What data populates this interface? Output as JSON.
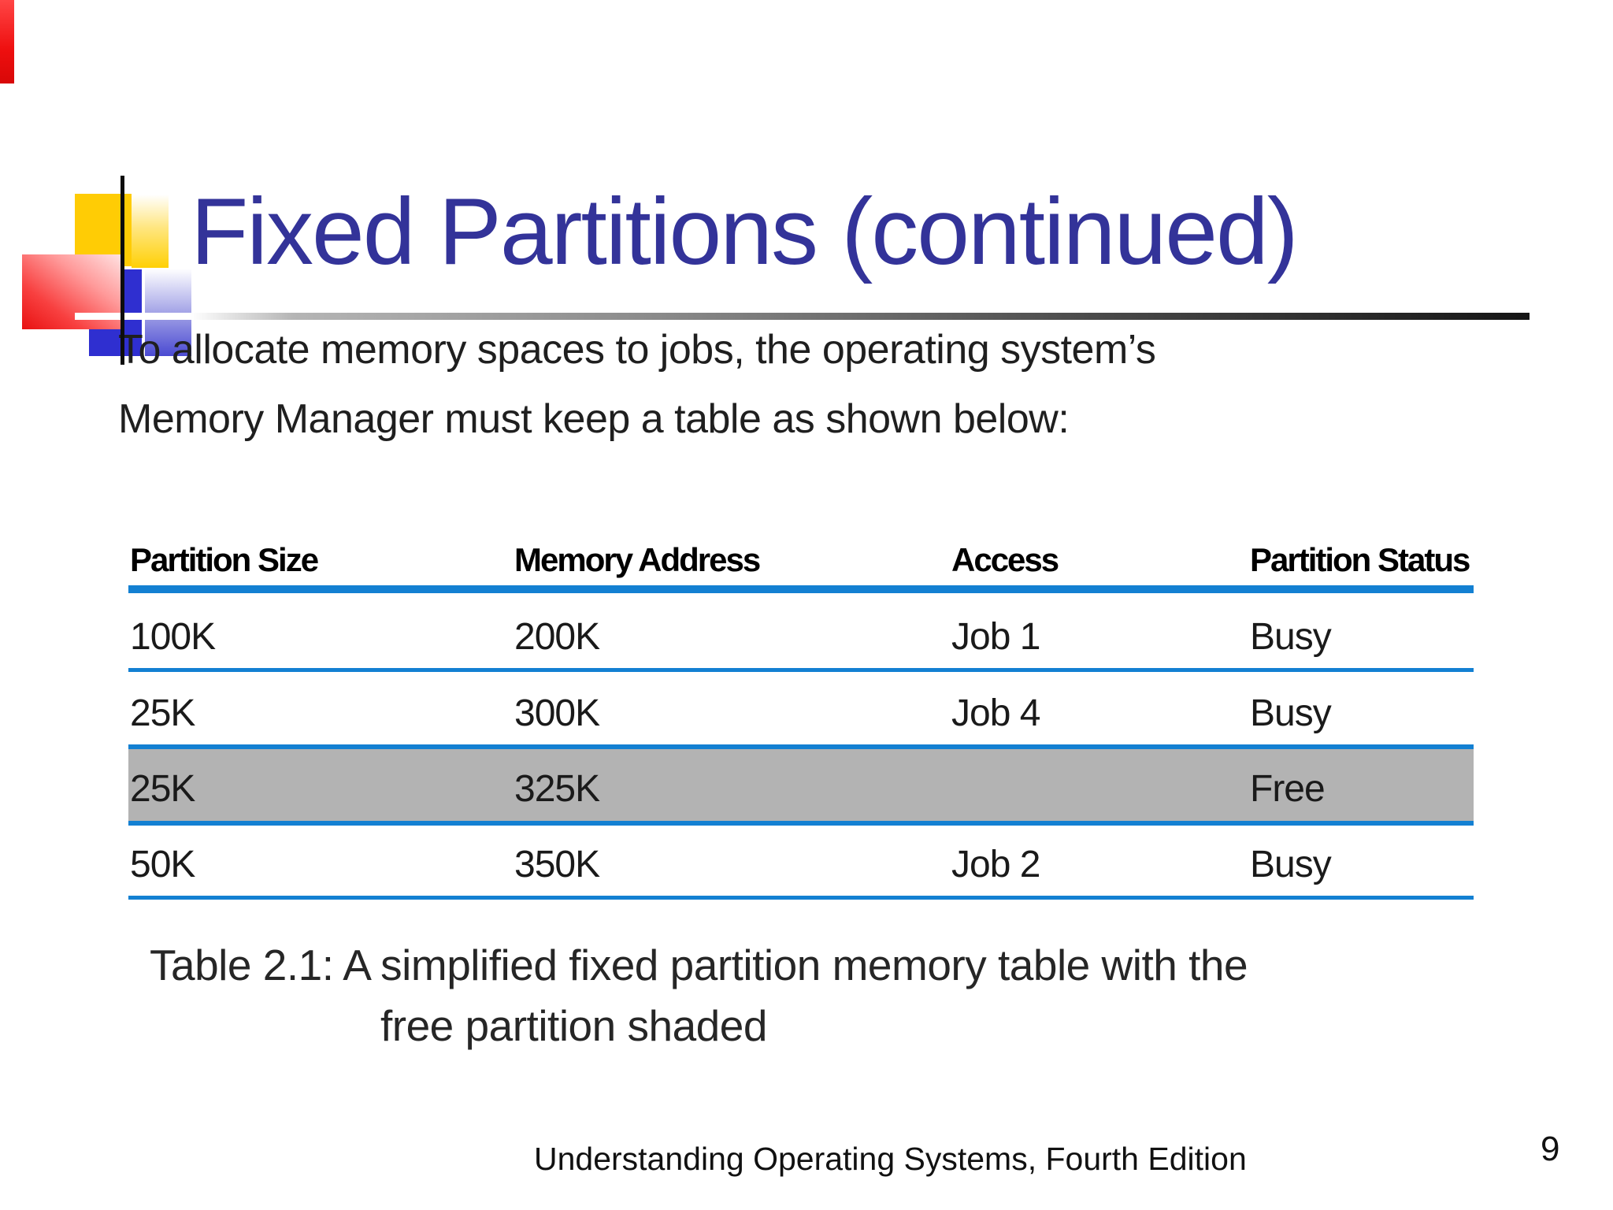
{
  "slide": {
    "title": "Fixed Partitions (continued)",
    "body": [
      "To allocate memory spaces to jobs, the operating system’s",
      "Memory Manager must keep a table as shown below:"
    ],
    "caption": [
      "Table 2.1: A simplified fixed partition memory table with the",
      "free partition shaded"
    ],
    "footer": "Understanding Operating Systems, Fourth Edition",
    "page_number": "9"
  },
  "table": {
    "columns": [
      "Partition Size",
      "Memory Address",
      "Access",
      "Partition Status"
    ],
    "rows": [
      {
        "partition_size": "100K",
        "memory_address": "200K",
        "access": "Job 1",
        "partition_status": "Busy",
        "shaded": false
      },
      {
        "partition_size": "25K",
        "memory_address": "300K",
        "access": "Job 4",
        "partition_status": "Busy",
        "shaded": false
      },
      {
        "partition_size": "25K",
        "memory_address": "325K",
        "access": "",
        "partition_status": "Free",
        "shaded": true
      },
      {
        "partition_size": "50K",
        "memory_address": "350K",
        "access": "Job 2",
        "partition_status": "Busy",
        "shaded": false
      }
    ]
  },
  "colors": {
    "title_blue": "#333399",
    "table_rule_blue": "#1380d2",
    "shaded_row_gray": "#b3b3b3",
    "accent_red": "#ee1111",
    "accent_yellow": "#ffcc05",
    "accent_blue": "#2f2fd0"
  }
}
